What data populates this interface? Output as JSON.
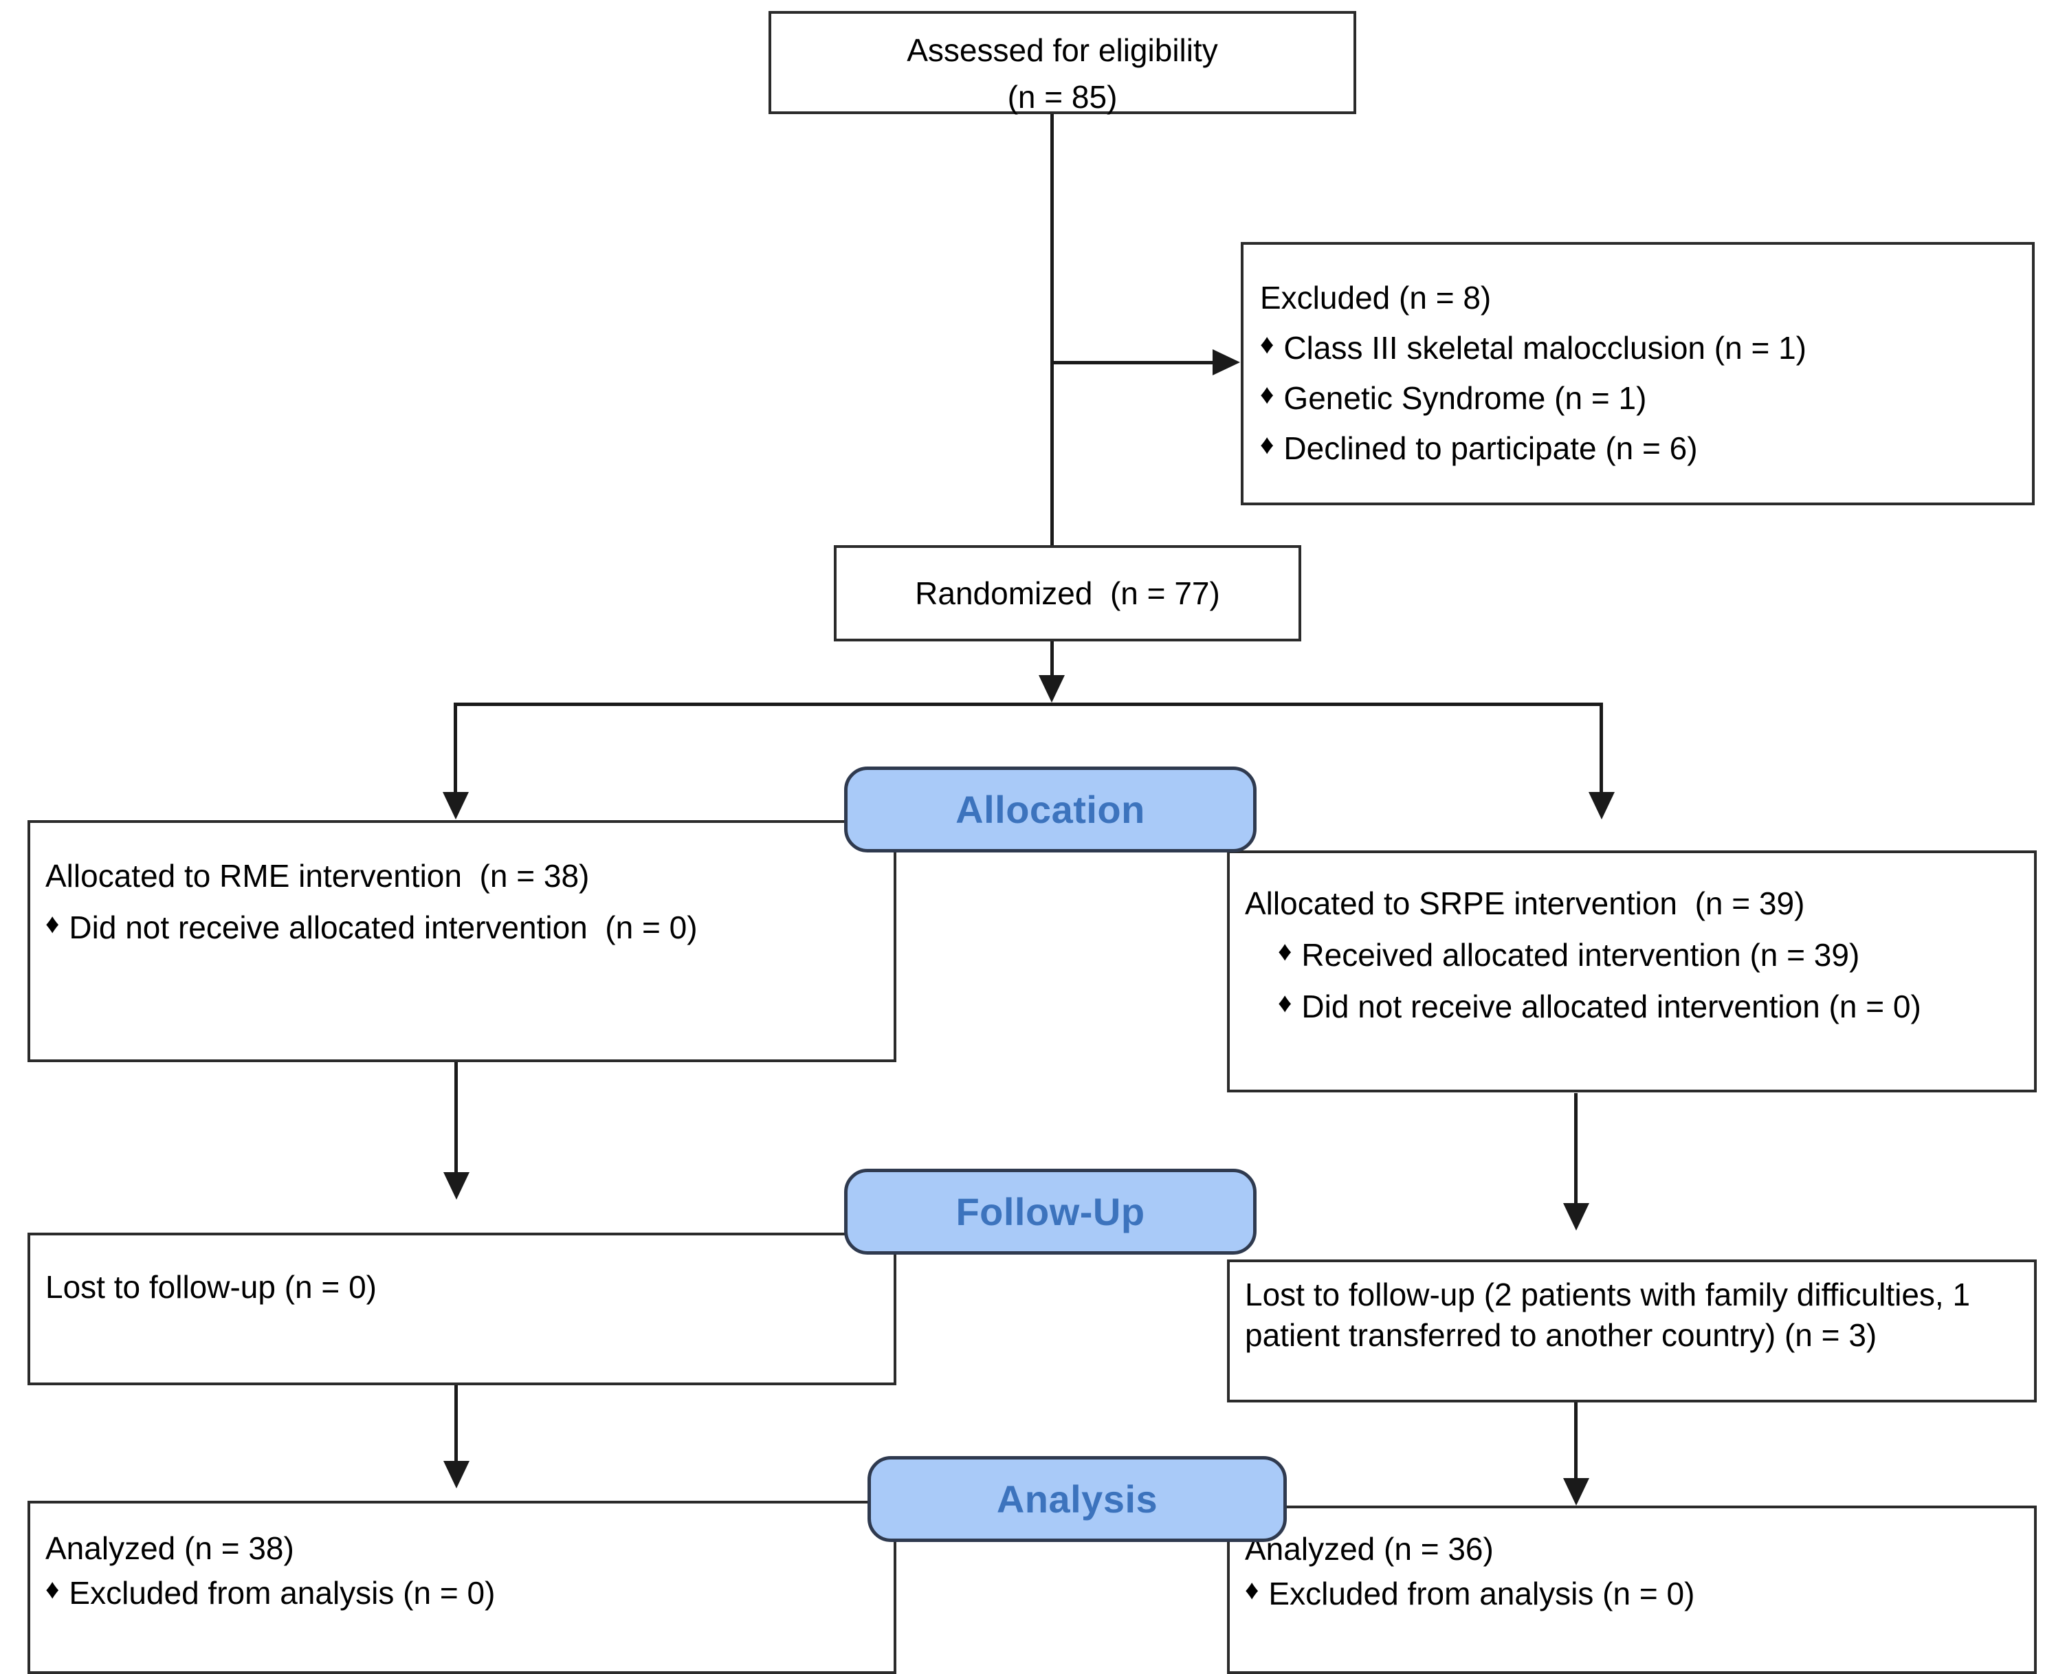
{
  "diagram": {
    "title": "CONSORT Flow Diagram",
    "type": "consort-flow-diagram",
    "colors": {
      "stage_fill": "#a9caf8",
      "stage_text": "#3c73bd",
      "stage_border": "#2f3a4f",
      "box_border": "#2b2b2b",
      "box_fill": "#ffffff",
      "text": "#000000",
      "connector": "#1a1a1a"
    },
    "bullet_glyph": "♦"
  },
  "enrollment": {
    "assessed": {
      "line1": "Assessed for eligibility",
      "line2": "(n = 85)"
    },
    "excluded": {
      "heading": "Excluded (n = 8)",
      "items": [
        "Class III skeletal malocclusion (n = 1)",
        "Genetic Syndrome (n = 1)",
        "Declined to participate (n = 6)"
      ]
    },
    "randomized": {
      "line1": "Randomized  (n = 77)"
    }
  },
  "stages": {
    "allocation": "Allocation",
    "followup": "Follow-Up",
    "analysis": "Analysis"
  },
  "allocation": {
    "left": {
      "heading": "Allocated to RME intervention  (n = 38)",
      "items": [
        "Did not receive allocated intervention  (n = 0)"
      ]
    },
    "right": {
      "heading": "Allocated to SRPE intervention  (n = 39)",
      "items": [
        "Received allocated intervention (n = 39)",
        "Did not receive allocated intervention (n = 0)"
      ]
    }
  },
  "followup": {
    "left": {
      "heading": "Lost to follow-up (n = 0)",
      "items": []
    },
    "right": {
      "heading": "Lost to follow-up (2 patients with family difficulties, 1 patient transferred to another country) (n = 3)",
      "items": []
    }
  },
  "analysis": {
    "left": {
      "heading": "Analyzed (n = 38)",
      "items": [
        "Excluded from analysis (n = 0)"
      ]
    },
    "right": {
      "heading": "Analyzed (n = 36)",
      "items": [
        "Excluded from analysis (n = 0)"
      ]
    }
  }
}
